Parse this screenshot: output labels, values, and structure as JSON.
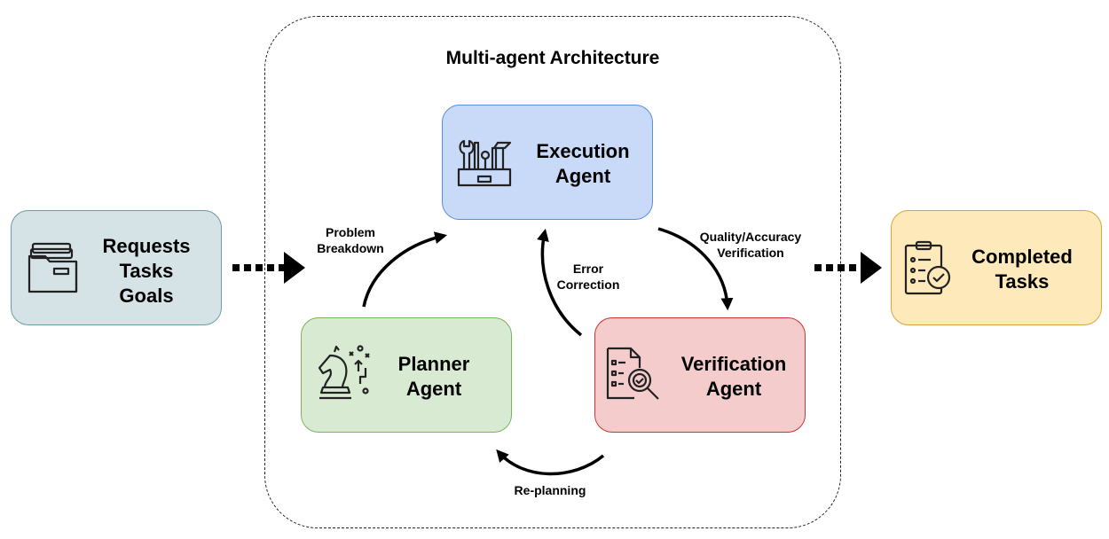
{
  "architecture": {
    "title": "Multi-agent Architecture"
  },
  "input": {
    "lines": [
      "Requests",
      "Tasks",
      "Goals"
    ],
    "icon": "folder-icon",
    "color": "#d5e3e6"
  },
  "output": {
    "lines": [
      "Completed",
      "Tasks"
    ],
    "icon": "clipboard-check-icon",
    "color": "#fde9b9"
  },
  "agents": {
    "execution": {
      "lines": [
        "Execution",
        "Agent"
      ],
      "icon": "toolbox-icon",
      "color": "#c9daf8"
    },
    "planner": {
      "lines": [
        "Planner",
        "Agent"
      ],
      "icon": "chess-knight-icon",
      "color": "#d9ead3"
    },
    "verification": {
      "lines": [
        "Verification",
        "Agent"
      ],
      "icon": "document-search-icon",
      "color": "#f4cccc"
    }
  },
  "edges": {
    "problem_breakdown": [
      "Problem",
      "Breakdown"
    ],
    "quality_verification": [
      "Quality/Accuracy",
      "Verification"
    ],
    "error_correction": [
      "Error",
      "Correction"
    ],
    "replanning": "Re-planning"
  }
}
